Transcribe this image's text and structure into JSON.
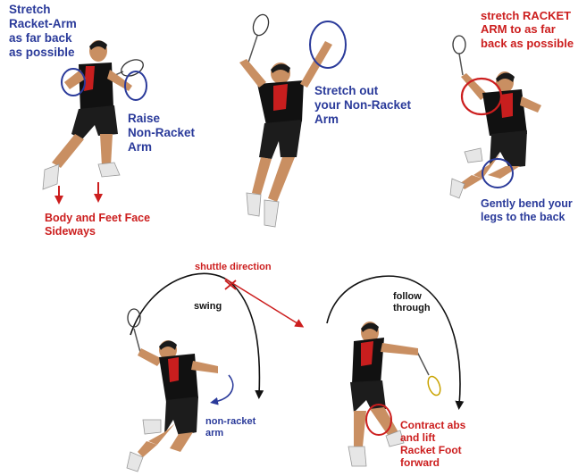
{
  "diagram": {
    "labels": {
      "stretch_racket_arm": "Stretch\nRacket-Arm\nas far back\nas possible",
      "raise_non_racket_arm": "Raise\nNon-Racket\nArm",
      "body_feet_sideways": "Body and Feet Face\nSideways",
      "stretch_out_non_racket": "Stretch out\nyour Non-Racket\nArm",
      "stretch_racket_arm_far": "stretch RACKET\nARM to as far\nback as possible",
      "gently_bend_legs": "Gently bend your\nlegs to the back",
      "shuttle_direction": "shuttle direction",
      "swing": "swing",
      "non_racket_arm": "non-racket\narm",
      "follow_through": "follow\nthrough",
      "contract_abs": "Contract abs\nand lift\nRacket Foot\nforward"
    },
    "colors": {
      "annotation_blue": "#2a3a9a",
      "annotation_red": "#cc1e1e",
      "jersey_black": "#111111",
      "jersey_red": "#c81e1e",
      "skin": "#c98f62"
    }
  }
}
